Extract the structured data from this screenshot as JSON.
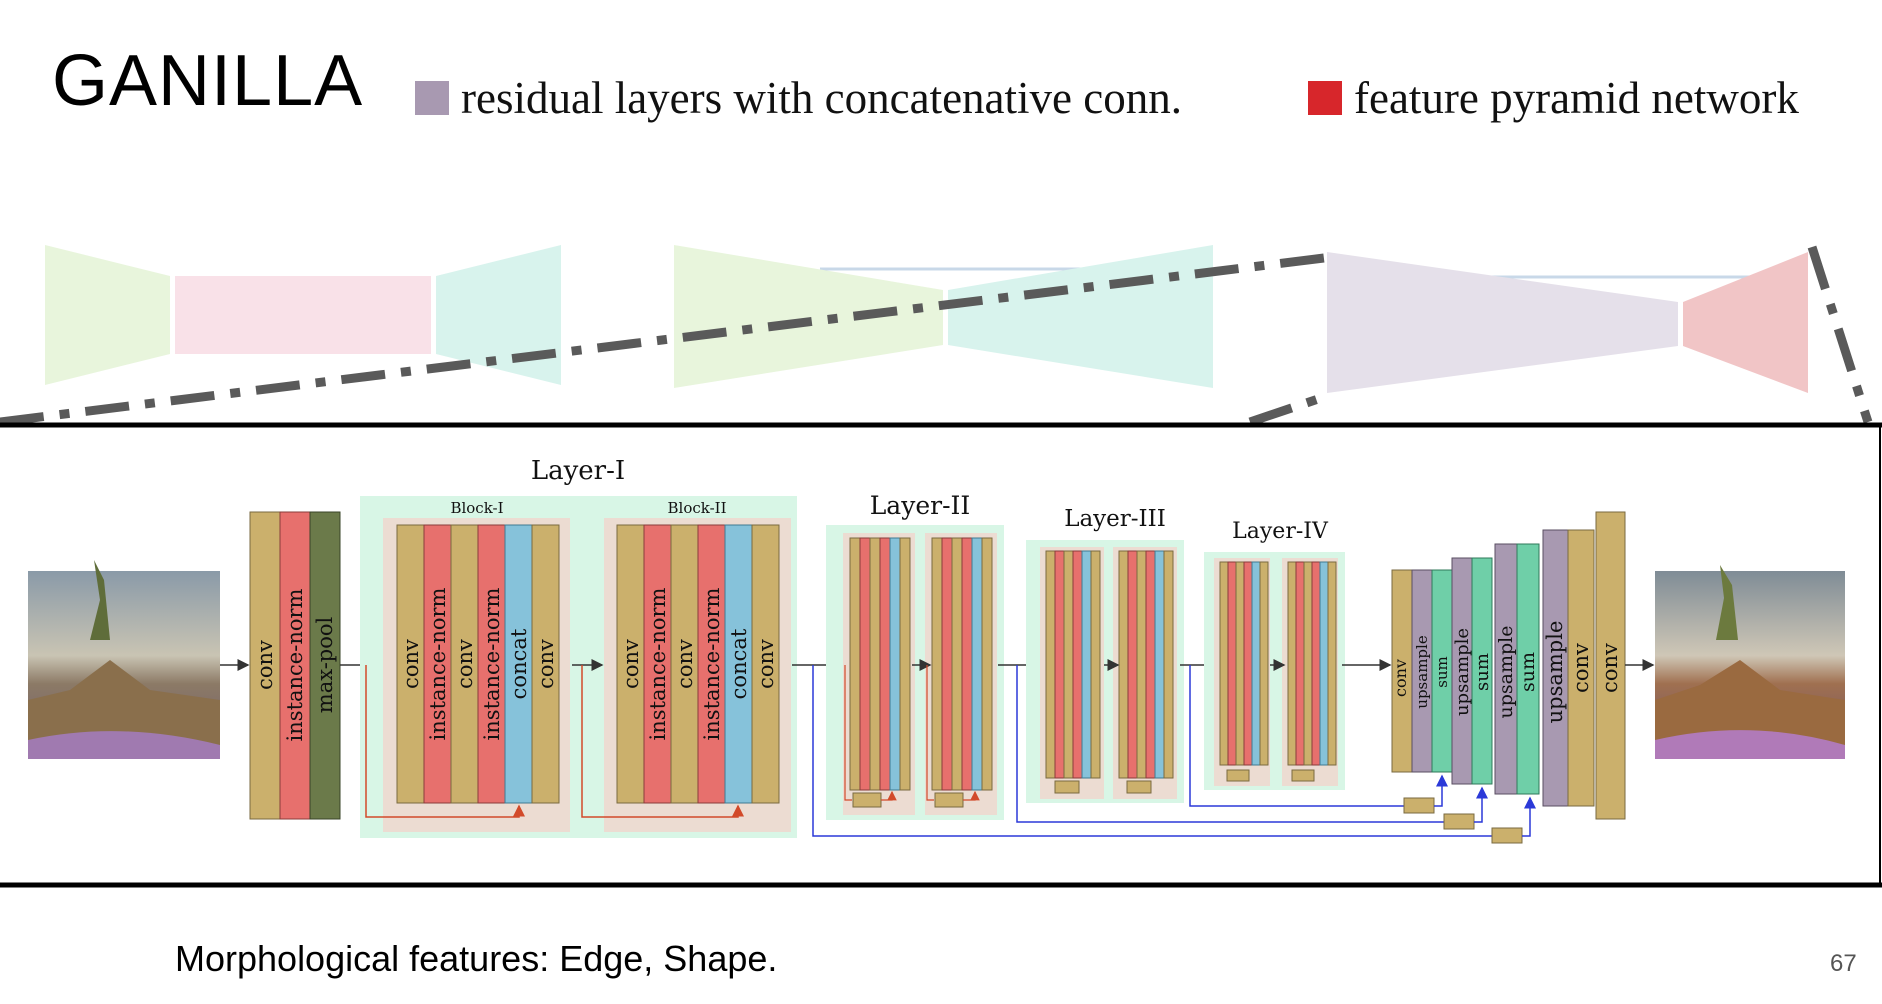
{
  "slide": {
    "title": "GANILLA",
    "caption": "Morphological features: Edge, Shape.",
    "page_number": "67"
  },
  "legend": [
    {
      "label": "residual layers with concatenative conn.",
      "color": "#a899b1"
    },
    {
      "label": "feature pyramid network",
      "color": "#d7262b"
    }
  ],
  "diagram": {
    "layer_labels": [
      "Layer-I",
      "Layer-II",
      "Layer-III",
      "Layer-IV"
    ],
    "block_labels": [
      "Block-I",
      "Block-II"
    ],
    "stem_labels": [
      "conv",
      "instance-norm",
      "max-pool"
    ],
    "block_layers": [
      "conv",
      "instance-norm",
      "conv",
      "instance-norm",
      "concat",
      "conv"
    ],
    "decoder_labels": [
      "conv",
      "upsample",
      "sum",
      "upsample",
      "sum",
      "upsample",
      "sum",
      "upsample",
      "conv",
      "conv"
    ],
    "colors": {
      "conv": "#cbb06c",
      "instance_norm": "#e7706d",
      "max_pool": "#6b7a4a",
      "concat": "#86c2da",
      "upsample": "#a899b1",
      "sum": "#6fcfa8",
      "layer_bg": "#d8f6e6",
      "block_bg": "#ecdcd2",
      "skip_red": "#d24a2a",
      "skip_blue": "#2b39d8"
    }
  }
}
